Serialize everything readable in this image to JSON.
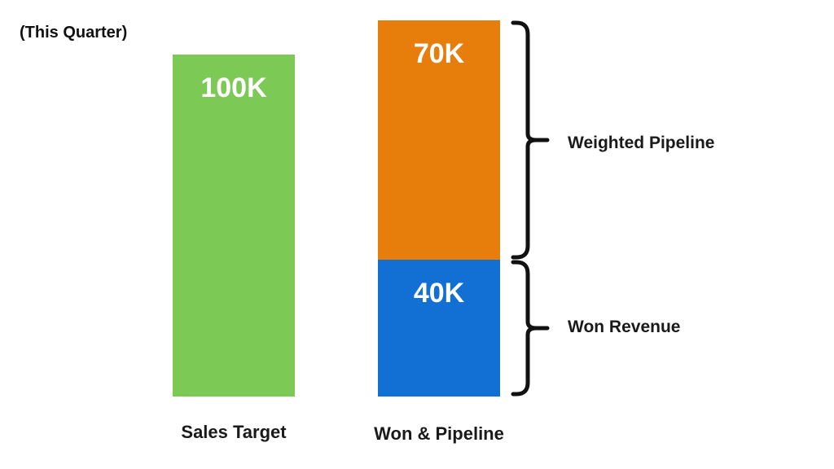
{
  "chart_data": {
    "type": "bar",
    "subtitle": "(This Quarter)",
    "categories": [
      "Sales Target",
      "Won & Pipeline"
    ],
    "bars": [
      {
        "category": "Sales Target",
        "segments": [
          {
            "value": 100,
            "label": "100K",
            "color": "#7cc955"
          }
        ]
      },
      {
        "category": "Won & Pipeline",
        "segments": [
          {
            "name": "Won Revenue",
            "value": 40,
            "label": "40K",
            "color": "#1270d4"
          },
          {
            "name": "Weighted Pipeline",
            "value": 70,
            "label": "70K",
            "color": "#e77d0b"
          }
        ]
      }
    ],
    "brackets": [
      "Weighted Pipeline",
      "Won Revenue"
    ],
    "unit": "K",
    "ylim": [
      0,
      110
    ],
    "grid": false,
    "legend": "none"
  }
}
